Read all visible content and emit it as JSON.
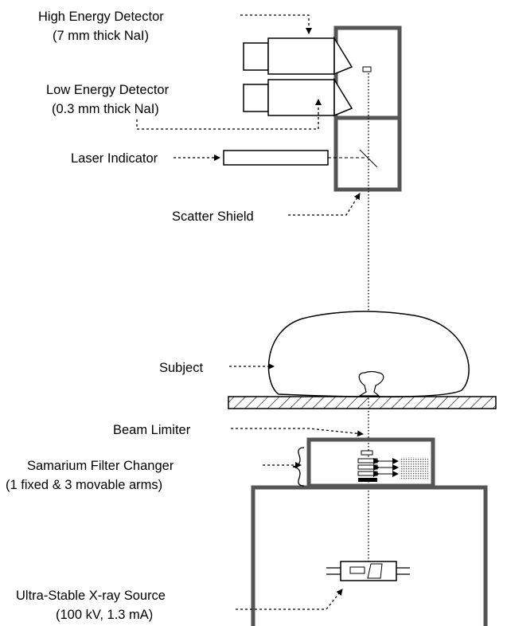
{
  "labels": {
    "high_energy_1": "High Energy Detector",
    "high_energy_2": "(7 mm thick NaI)",
    "low_energy_1": "Low Energy Detector",
    "low_energy_2": "(0.3 mm thick NaI)",
    "laser": "Laser Indicator",
    "scatter": "Scatter Shield",
    "subject": "Subject",
    "beam_limiter": "Beam Limiter",
    "samarium_1": "Samarium Filter Changer",
    "samarium_2": "(1 fixed & 3 movable arms)",
    "xray_1": "Ultra-Stable X-ray Source",
    "xray_2": "(100 kV, 1.3 mA)"
  }
}
